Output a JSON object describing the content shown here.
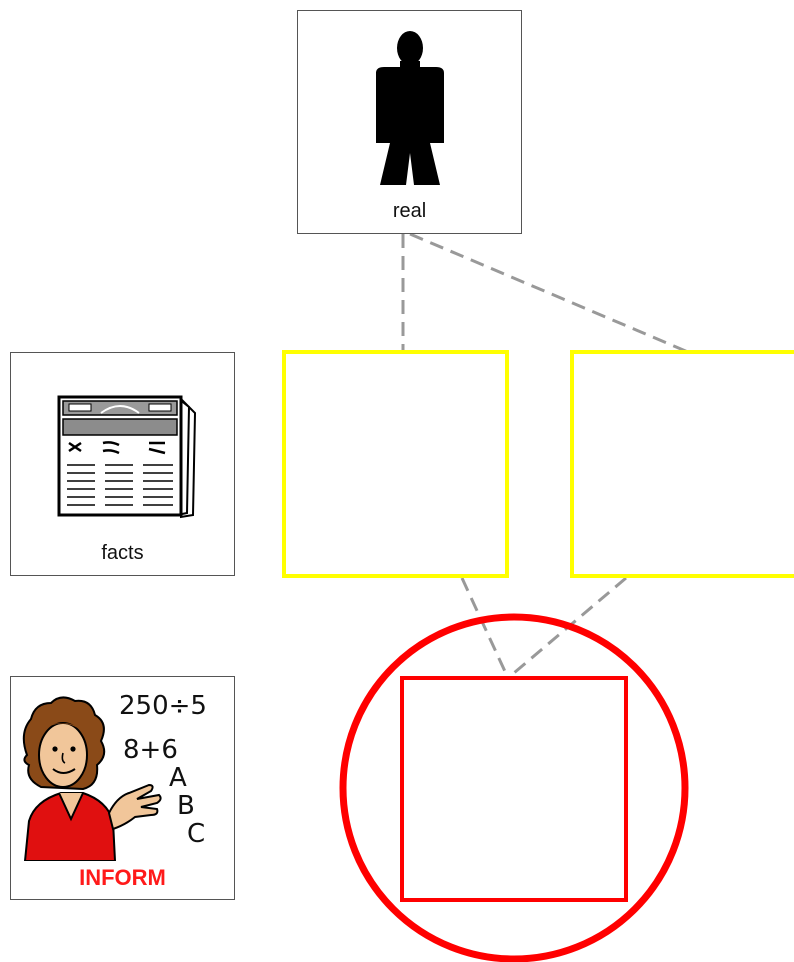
{
  "cards": {
    "real": {
      "label": "real",
      "icon": "person-silhouette-icon"
    },
    "facts": {
      "label": "facts",
      "icon": "newspaper-icon"
    },
    "inform": {
      "label": "INFORM",
      "icon": "teacher-icon",
      "math_1": "250÷5",
      "math_2": "8+6",
      "letter_a": "A",
      "letter_b": "B",
      "letter_c": "C"
    }
  },
  "colors": {
    "slot_border": "#ffff00",
    "target_border": "#ff0000",
    "connector": "#999999",
    "inform_label": "#ff1a1a"
  }
}
